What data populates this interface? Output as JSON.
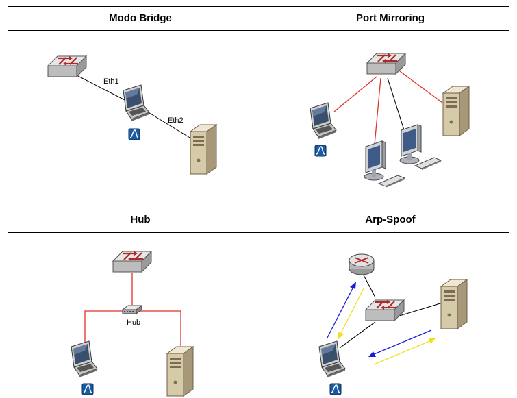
{
  "panels": [
    {
      "title": "Modo Bridge"
    },
    {
      "title": "Port Mirroring"
    },
    {
      "title": "Hub"
    },
    {
      "title": "Arp-Spoof"
    }
  ],
  "labels": {
    "eth1": "Eth1",
    "eth2": "Eth2",
    "hub": "Hub"
  },
  "colors": {
    "link_black": "#000000",
    "link_red": "#e0302a",
    "arrow_blue": "#1a1adc",
    "arrow_yellow": "#f0e020",
    "switch_gray": "#c8c8c8",
    "switch_arrow": "#b0282a",
    "server_beige": "#d8ccb0",
    "badge_blue": "#1a5aa0"
  },
  "icons": [
    "switch-icon",
    "router-icon",
    "hub-icon",
    "laptop-icon",
    "server-icon",
    "desktop-icon",
    "keyboard-icon",
    "sniffer-badge-icon"
  ]
}
